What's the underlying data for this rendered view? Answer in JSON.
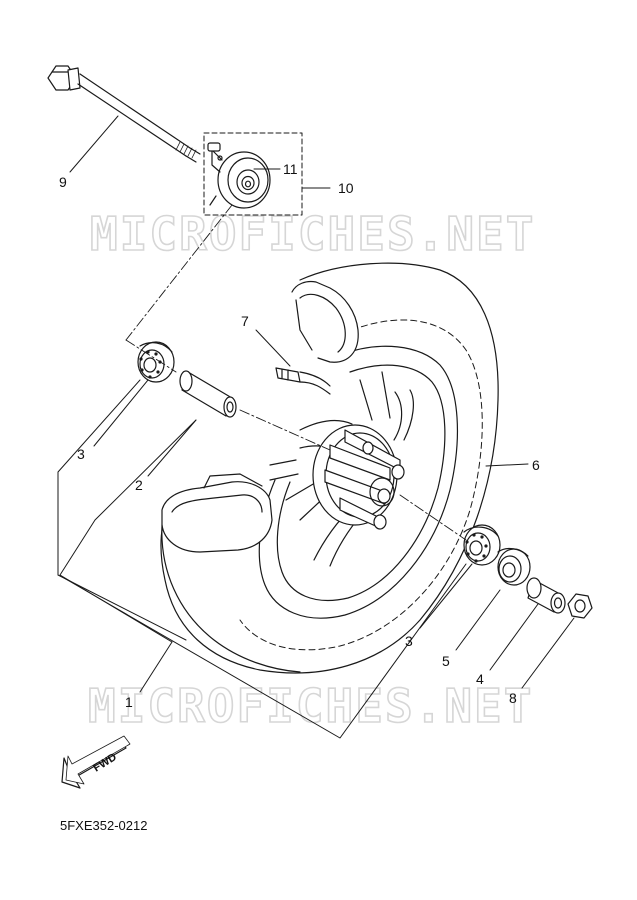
{
  "watermarks": [
    "MICROFICHES.NET",
    "MICROFICHES.NET"
  ],
  "callouts": {
    "axle": "9",
    "gear_unit": "10",
    "gear_inner": "11",
    "valve": "7",
    "tire": "6",
    "bearing_left": "3",
    "spacer": "2",
    "bearing_right": "3",
    "oil_seal": "5",
    "collar": "4",
    "nut": "8",
    "wheel": "1"
  },
  "fwd_label": "FWD",
  "doc_code": "5FXE352-0212",
  "colors": {
    "line": "#1a1a1a",
    "watermark": "#d6d6d6",
    "background": "#ffffff"
  }
}
